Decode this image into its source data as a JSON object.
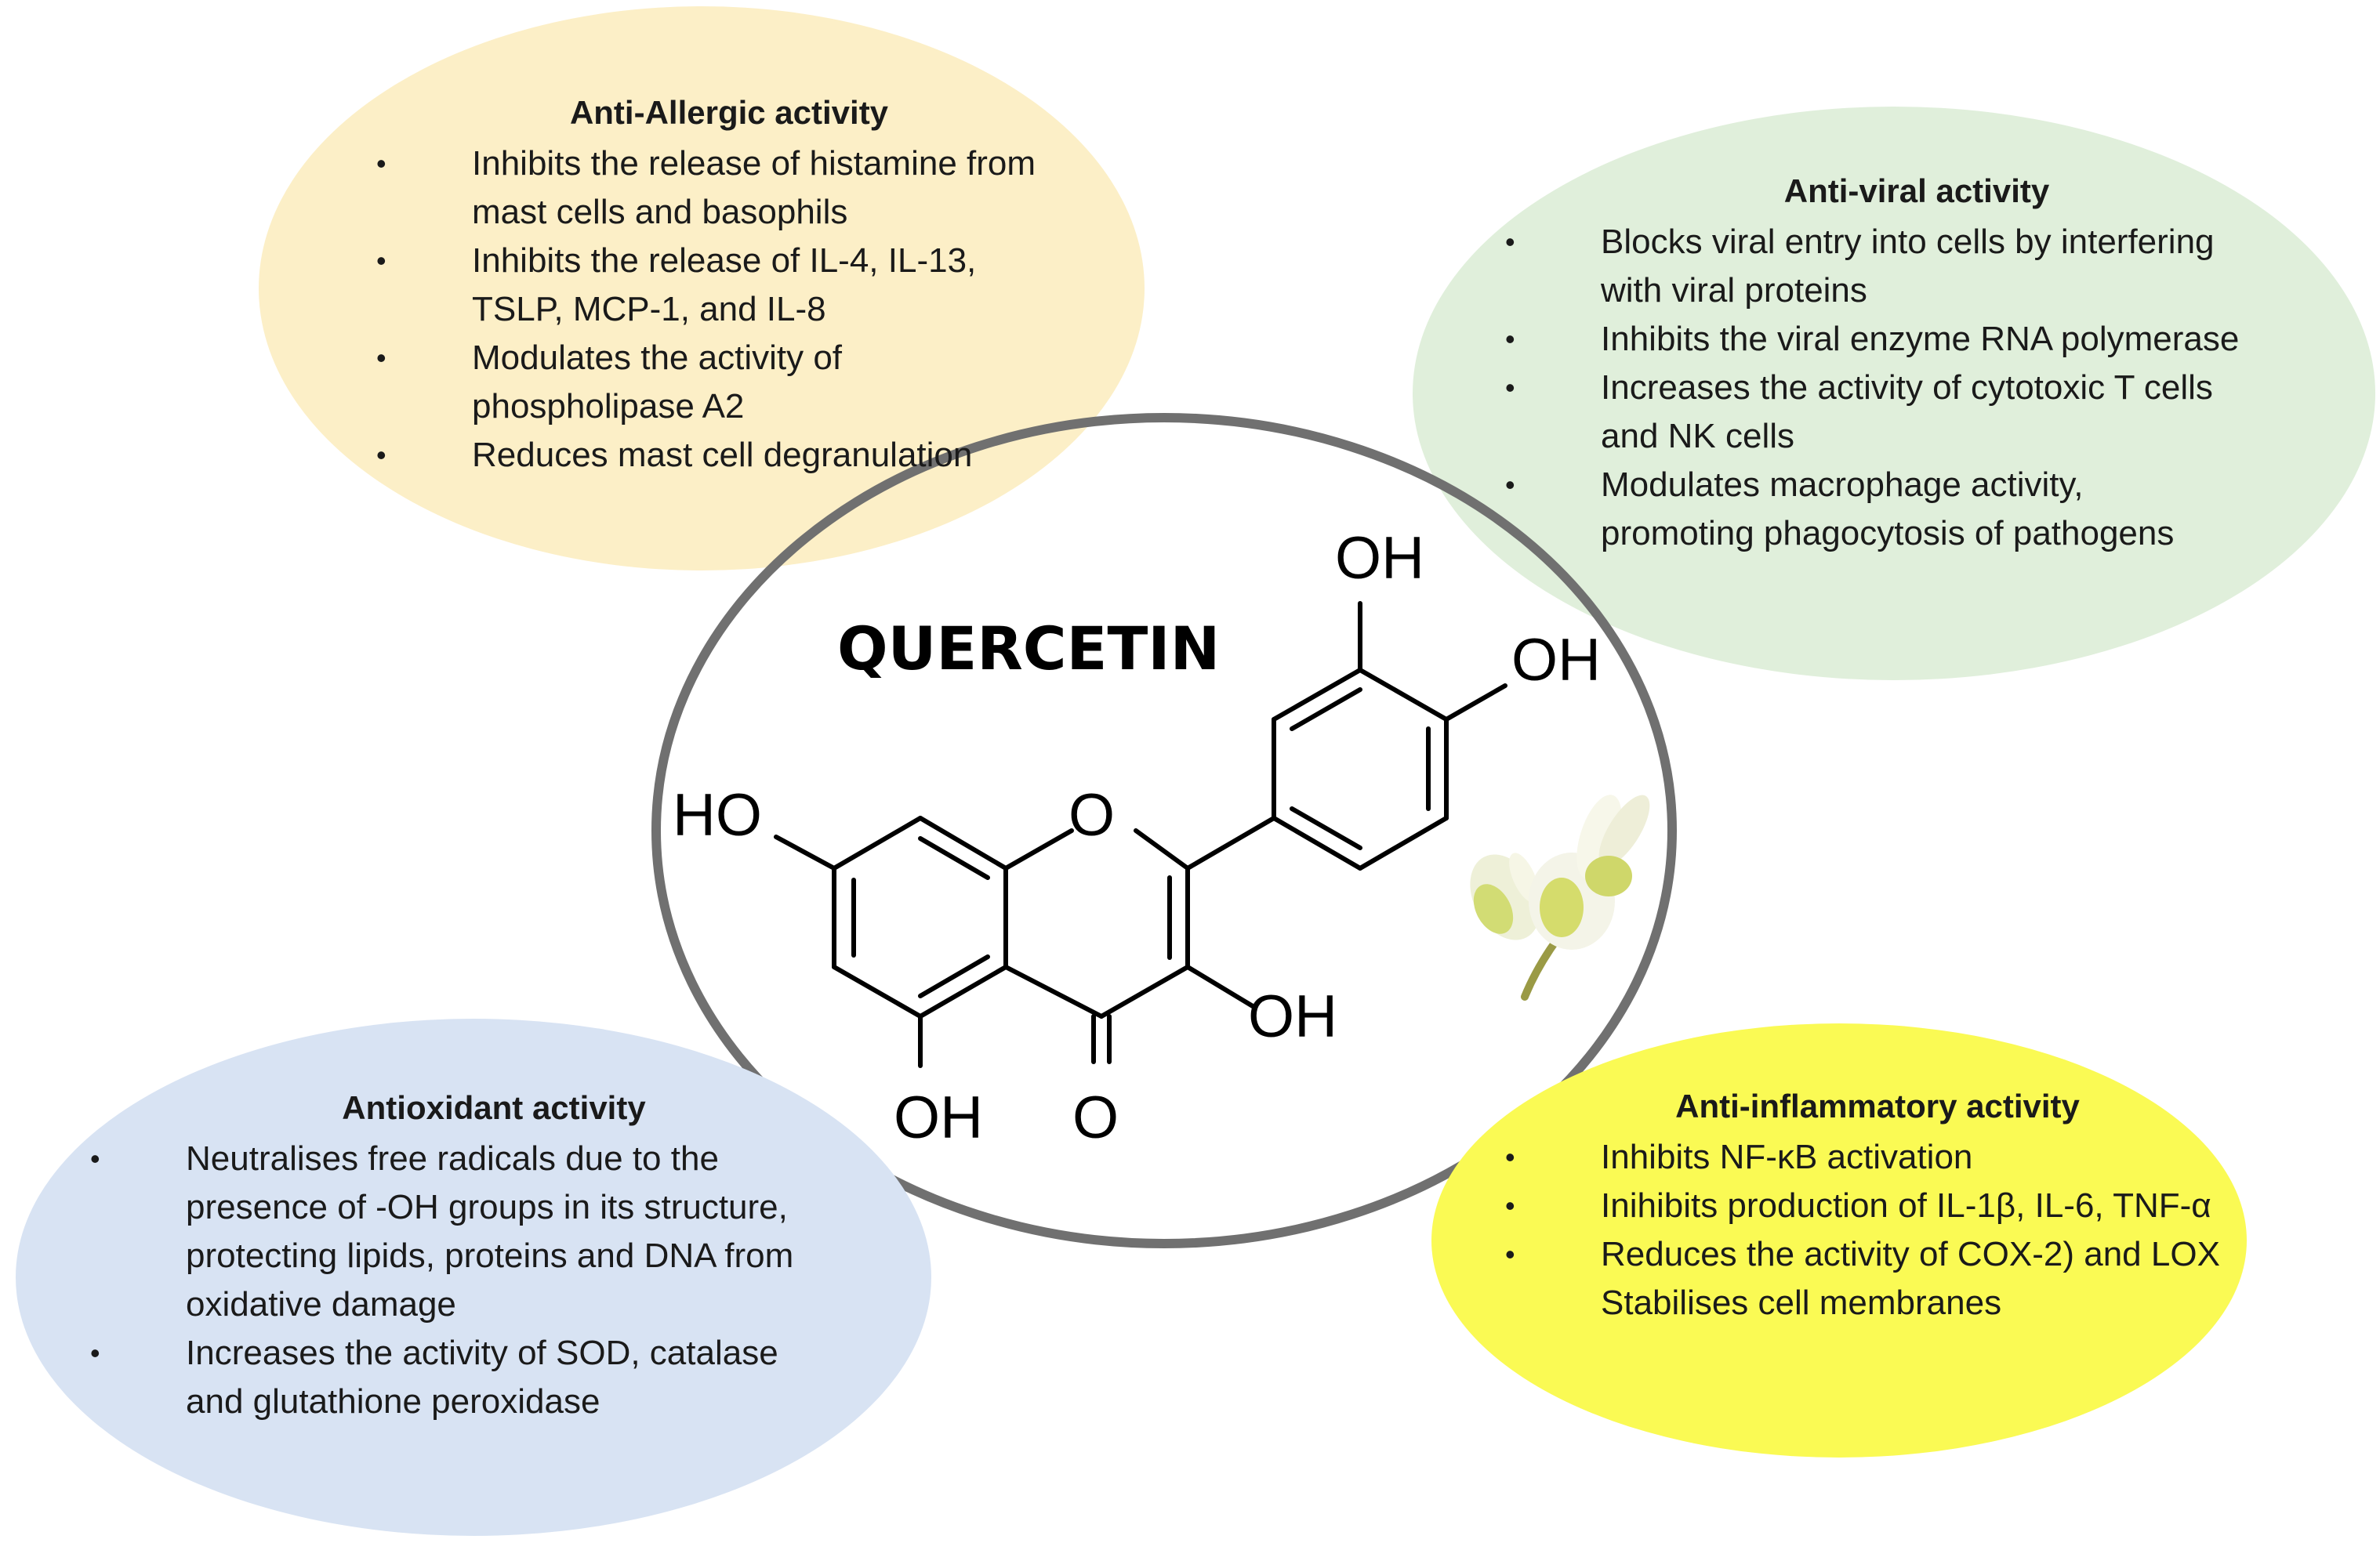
{
  "center": {
    "title": "QUERCETIN",
    "labels": {
      "oh_top": "OH",
      "oh_right": "OH",
      "ho_left": "HO",
      "ring_o": "O",
      "oh_bottom_right": "OH",
      "oh_bottom": "OH",
      "carbonyl_o": "O"
    }
  },
  "panels": {
    "allergic": {
      "title": "Anti-Allergic activity",
      "items": [
        {
          "bullet": true,
          "text": "Inhibits the release of histamine from"
        },
        {
          "bullet": false,
          "text": "mast cells and basophils"
        },
        {
          "bullet": true,
          "text": "Inhibits the release of IL-4, IL-13,"
        },
        {
          "bullet": false,
          "text": "TSLP, MCP-1, and IL-8"
        },
        {
          "bullet": true,
          "text": "Modulates the activity of"
        },
        {
          "bullet": false,
          "text": "phospholipase A2"
        },
        {
          "bullet": true,
          "text": "Reduces mast cell degranulation"
        }
      ]
    },
    "viral": {
      "title": "Anti-viral activity",
      "items": [
        {
          "bullet": true,
          "text": "Blocks viral entry into cells by interfering"
        },
        {
          "bullet": false,
          "text": "with viral proteins"
        },
        {
          "bullet": true,
          "text": "Inhibits the viral enzyme RNA polymerase"
        },
        {
          "bullet": true,
          "text": "Increases the activity of cytotoxic T cells"
        },
        {
          "bullet": false,
          "text": "and NK cells"
        },
        {
          "bullet": true,
          "text": "Modulates macrophage activity,"
        },
        {
          "bullet": false,
          "text": "promoting phagocytosis of pathogens"
        }
      ]
    },
    "antioxidant": {
      "title": "Antioxidant activity",
      "items": [
        {
          "bullet": true,
          "text": "Neutralises free radicals due to the"
        },
        {
          "bullet": false,
          "text": "presence of -OH groups in its structure,"
        },
        {
          "bullet": false,
          "text": "protecting lipids, proteins and DNA from"
        },
        {
          "bullet": false,
          "text": "oxidative damage"
        },
        {
          "bullet": true,
          "text": "Increases the activity of SOD, catalase"
        },
        {
          "bullet": false,
          "text": "and glutathione peroxidase"
        }
      ]
    },
    "inflammatory": {
      "title": "Anti-inflammatory activity",
      "items": [
        {
          "bullet": true,
          "text": "Inhibits NF-κB activation"
        },
        {
          "bullet": true,
          "text": "Inihibits production of IL-1β, IL-6, TNF-α"
        },
        {
          "bullet": true,
          "text": "Reduces the activity of COX-2) and LOX"
        },
        {
          "bullet": false,
          "text": "Stabilises cell membranes"
        }
      ]
    }
  },
  "colors": {
    "allergic": "#fcefc7",
    "viral": "#e0efdb",
    "antioxidant": "#d8e3f3",
    "inflammatory": "#fafa54",
    "central_ring": "#707070"
  },
  "icons": [
    "white-flower-icon"
  ]
}
